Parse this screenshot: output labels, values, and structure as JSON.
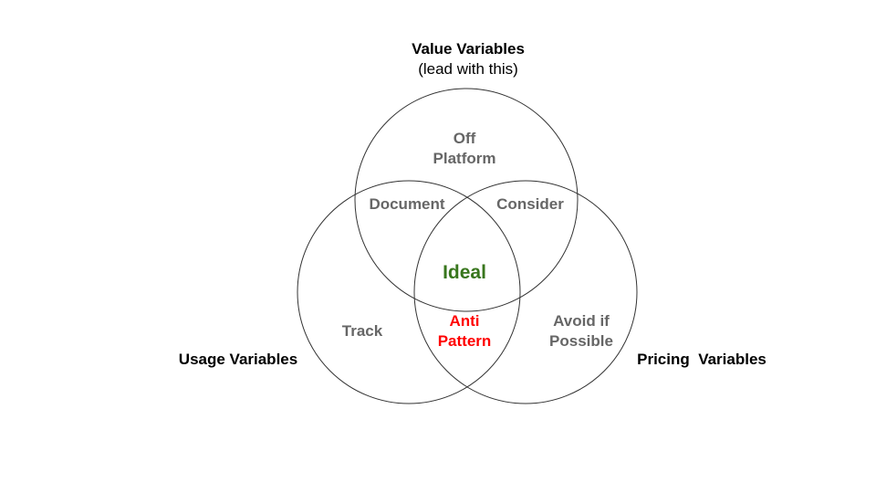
{
  "sets": {
    "value": {
      "title": "Value Variables",
      "subtitle": "(lead with this)"
    },
    "usage": {
      "title": "Usage Variables"
    },
    "pricing": {
      "title": "Pricing  Variables"
    }
  },
  "regions": {
    "value_only": [
      "Off",
      "Platform"
    ],
    "value_usage": "Document",
    "value_pricing": "Consider",
    "all_three": "Ideal",
    "usage_only": "Track",
    "usage_pricing": [
      "Anti",
      "Pattern"
    ],
    "pricing_only": [
      "Avoid if",
      "Possible"
    ]
  },
  "colors": {
    "circle_stroke": "#333333",
    "region_text": "#666666",
    "ideal": "#38761d",
    "anti_pattern": "#ff0000",
    "set_title": "#000000"
  }
}
